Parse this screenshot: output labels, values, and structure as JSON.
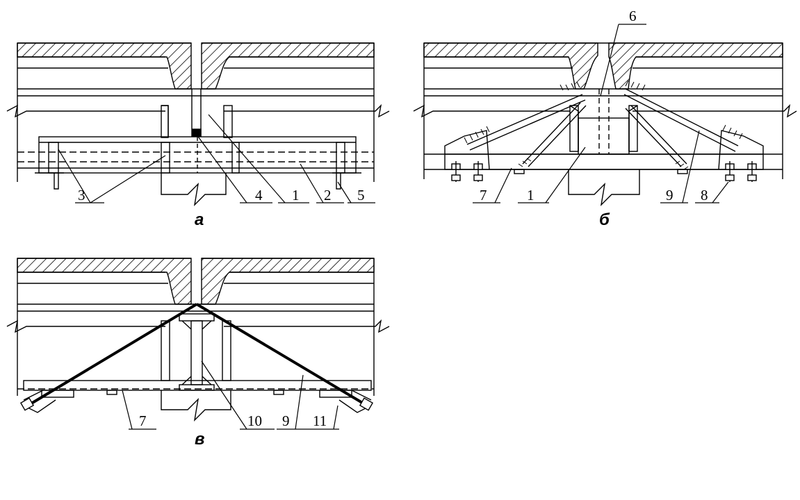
{
  "panels": {
    "a": {
      "caption": "а",
      "callouts": [
        "3",
        "4",
        "1",
        "2",
        "5"
      ]
    },
    "b": {
      "caption": "б",
      "callouts": [
        "6",
        "7",
        "1",
        "9",
        "8"
      ]
    },
    "v": {
      "caption": "в",
      "callouts": [
        "7",
        "10",
        "9",
        "11"
      ]
    }
  },
  "colors": {
    "line": "#000000",
    "background": "#ffffff"
  }
}
